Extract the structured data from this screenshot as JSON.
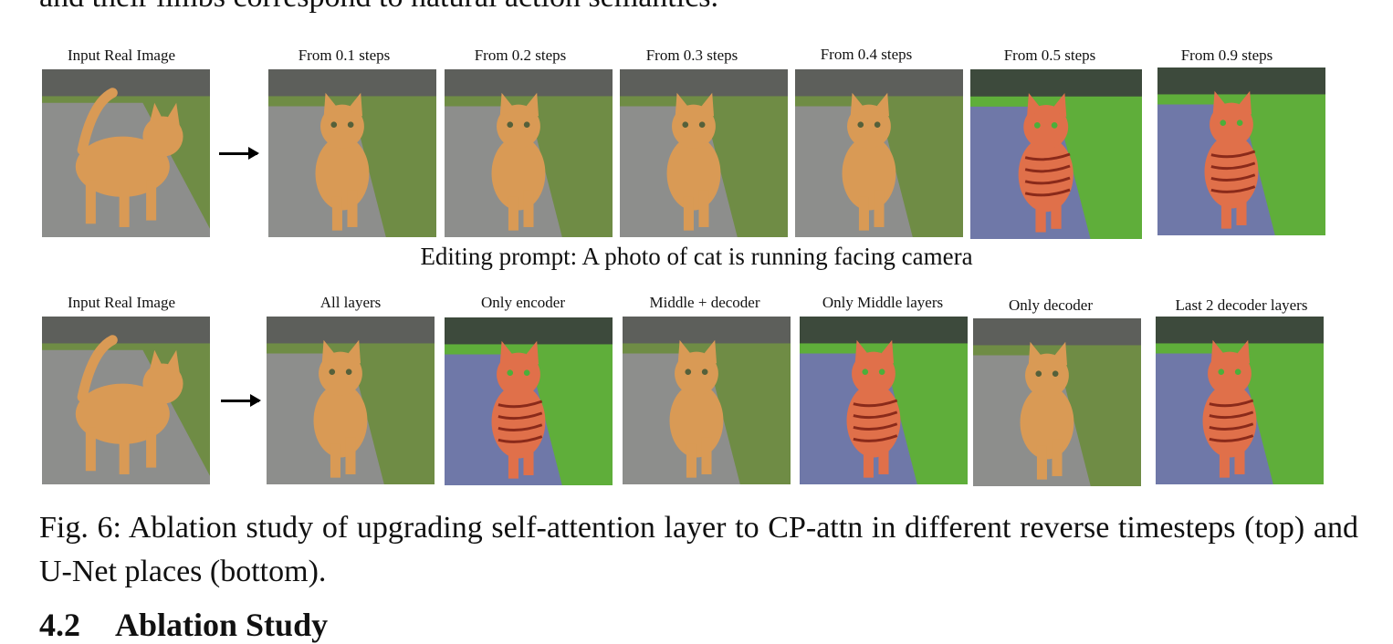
{
  "preceding_text": "and their limbs correspond to natural action semantics.",
  "top_row": {
    "panels": [
      {
        "label": "Input Real Image",
        "style": "real"
      },
      {
        "label": "From 0.1 steps",
        "style": "soft"
      },
      {
        "label": "From 0.2 steps",
        "style": "soft"
      },
      {
        "label": "From 0.3 steps",
        "style": "soft"
      },
      {
        "label": "From 0.4 steps",
        "style": "soft"
      },
      {
        "label": "From 0.5 steps",
        "style": "mid"
      },
      {
        "label": "From 0.9 steps",
        "style": "vivid"
      }
    ]
  },
  "editing_prompt": "Editing prompt: A photo of cat is running facing camera",
  "bottom_row": {
    "panels": [
      {
        "label": "Input Real Image",
        "style": "real"
      },
      {
        "label": "All layers",
        "style": "soft"
      },
      {
        "label": "Only encoder",
        "style": "vivid"
      },
      {
        "label": "Middle + decoder",
        "style": "soft"
      },
      {
        "label": "Only Middle layers",
        "style": "vivid"
      },
      {
        "label": "Only decoder",
        "style": "soft"
      },
      {
        "label": "Last 2 decoder layers",
        "style": "vivid"
      }
    ]
  },
  "caption": "Fig. 6: Ablation study of upgrading self-attention layer to CP-attn in different reverse timesteps (top) and U-Net places (bottom).",
  "section": {
    "number": "4.2",
    "title": "Ablation Study"
  },
  "colors": {
    "road_gray": "#8d8e8c",
    "road_blue": "#6f78a8",
    "grass_dull": "#6f8c45",
    "grass_vivid": "#5fae3a",
    "cat_orange": "#d99a55",
    "cat_vivid": "#e0704a"
  }
}
